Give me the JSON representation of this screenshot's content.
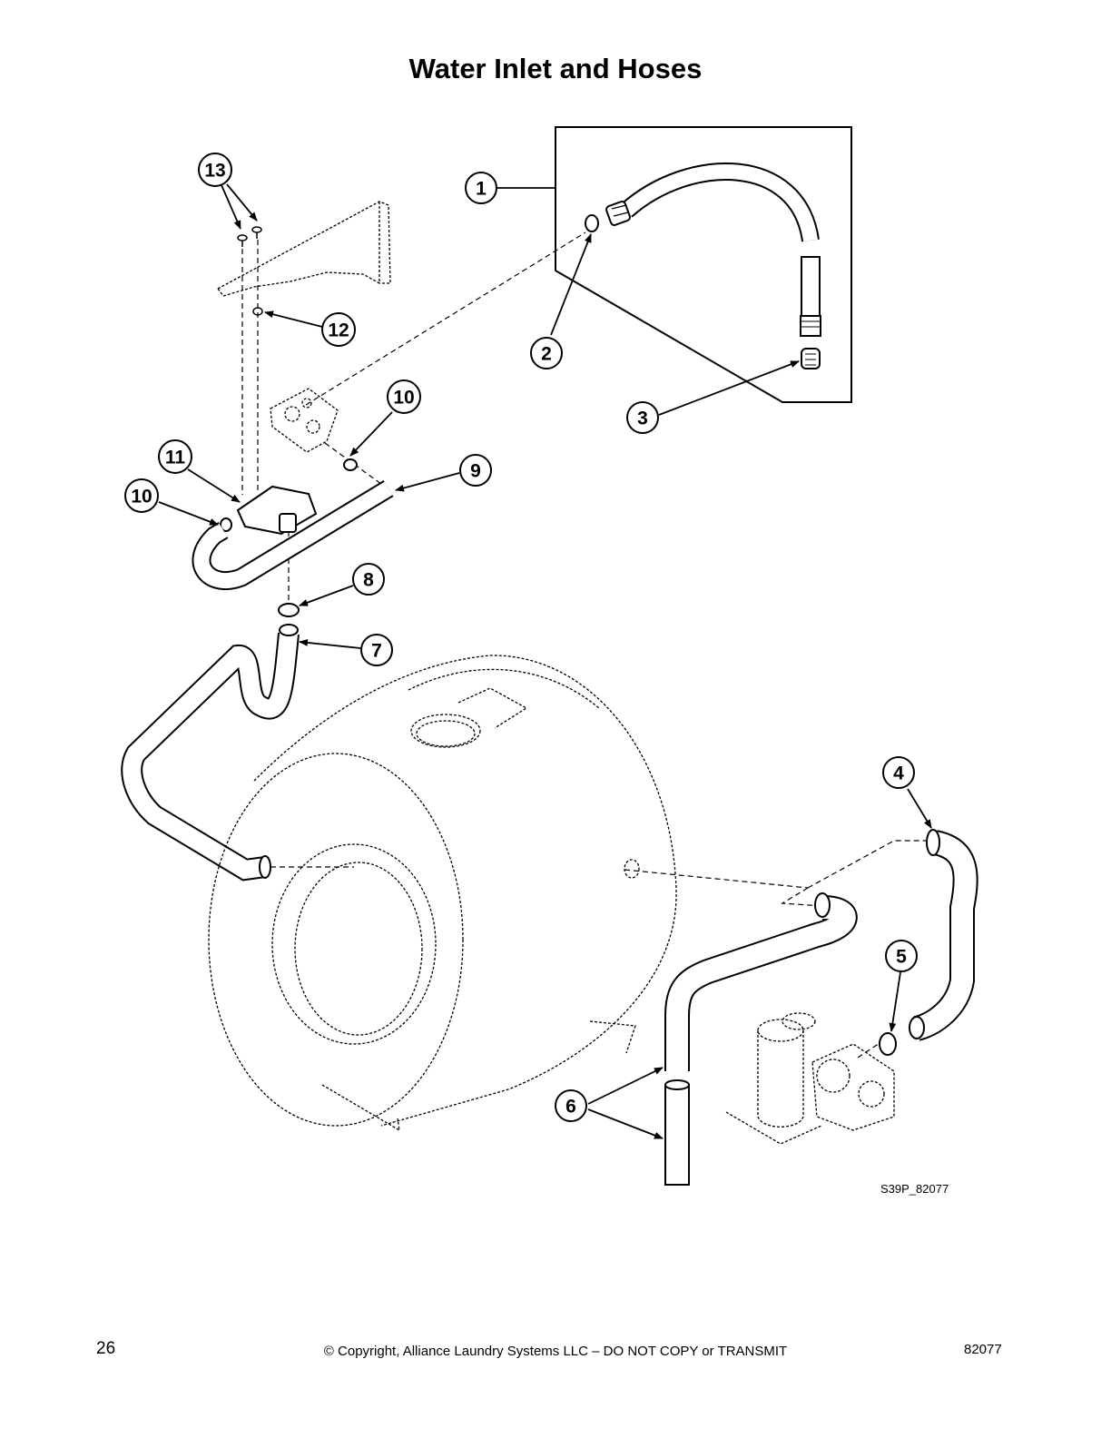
{
  "page": {
    "title": "Water Inlet and Hoses",
    "figure_id": "S39P_82077",
    "page_number": "26",
    "copyright": "© Copyright, Alliance Laundry Systems LLC – DO NOT COPY or TRANSMIT",
    "doc_number": "82077"
  },
  "callouts": [
    {
      "id": "c1",
      "label": "1"
    },
    {
      "id": "c2",
      "label": "2"
    },
    {
      "id": "c3",
      "label": "3"
    },
    {
      "id": "c4",
      "label": "4"
    },
    {
      "id": "c5",
      "label": "5"
    },
    {
      "id": "c6",
      "label": "6"
    },
    {
      "id": "c7",
      "label": "7"
    },
    {
      "id": "c8",
      "label": "8"
    },
    {
      "id": "c9",
      "label": "9"
    },
    {
      "id": "c10a",
      "label": "10"
    },
    {
      "id": "c10b",
      "label": "10"
    },
    {
      "id": "c11",
      "label": "11"
    },
    {
      "id": "c12",
      "label": "12"
    },
    {
      "id": "c13",
      "label": "13"
    }
  ]
}
